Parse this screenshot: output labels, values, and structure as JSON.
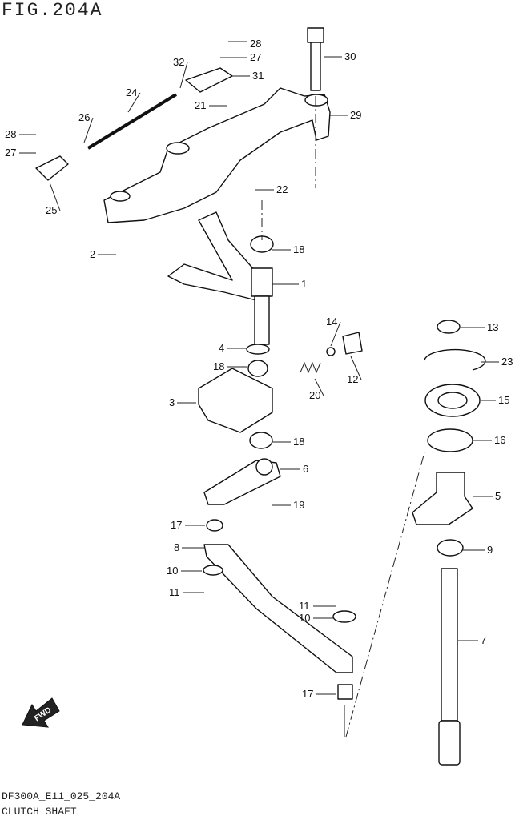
{
  "title": "FIG.204A",
  "drawing_code": "DF300A_E11_025_204A",
  "caption": "CLUTCH SHAFT",
  "fwd_label": "FWD",
  "callouts": [
    "28",
    "27",
    "30",
    "32",
    "31",
    "24",
    "21",
    "26",
    "29",
    "28",
    "27",
    "22",
    "25",
    "18",
    "2",
    "1",
    "14",
    "13",
    "4",
    "18",
    "23",
    "12",
    "20",
    "3",
    "15",
    "18",
    "16",
    "6",
    "5",
    "19",
    "17",
    "9",
    "8",
    "10",
    "11",
    "11",
    "10",
    "7",
    "17"
  ]
}
